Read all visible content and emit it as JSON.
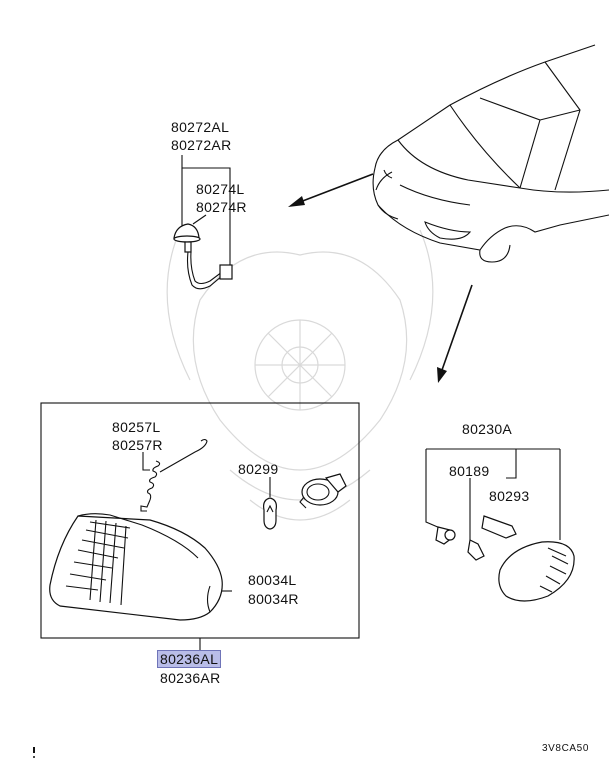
{
  "diagram": {
    "labels": {
      "p80272AL": "80272AL",
      "p80272AR": "80272AR",
      "p80274L": "80274L",
      "p80274R": "80274R",
      "p80257L": "80257L",
      "p80257R": "80257R",
      "p80299": "80299",
      "p80034L": "80034L",
      "p80034R": "80034R",
      "p80236AL": "80236AL",
      "p80236AR": "80236AR",
      "p80230A": "80230A",
      "p80189": "80189",
      "p80293": "80293"
    },
    "figure_code": "3V8CA50",
    "highlighted_part": "80236AL",
    "highlight_color": "#b9bde8"
  }
}
